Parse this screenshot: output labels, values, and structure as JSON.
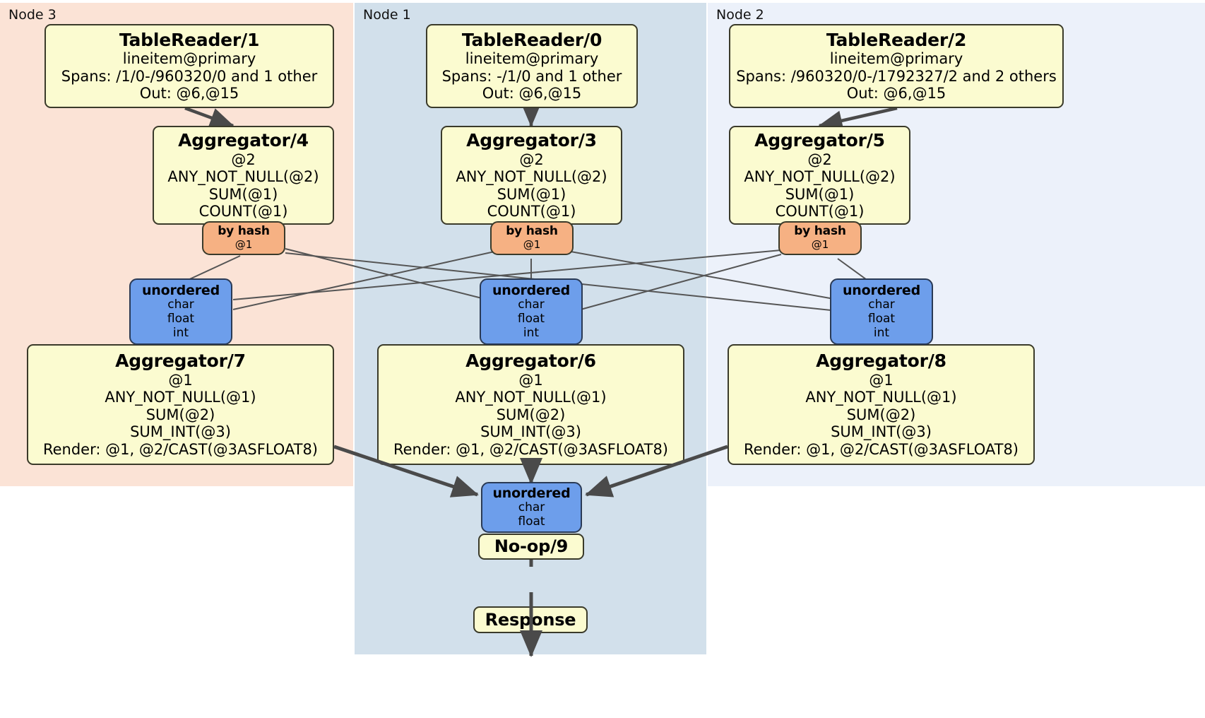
{
  "diagram": {
    "type": "distributed-query-execution-plan",
    "background": "#ffffff"
  },
  "panels": [
    {
      "id": "node3",
      "label": "Node 3",
      "color": "#fbe3d6"
    },
    {
      "id": "node1",
      "label": "Node 1",
      "color": "#d2e0eb"
    },
    {
      "id": "node2",
      "label": "Node 2",
      "color": "#ecf1fa"
    }
  ],
  "colors": {
    "processor": "#fbfbd0",
    "router": "#f6b183",
    "receiver": "#6d9eeb",
    "edge": "#4a4a4a",
    "edge_thin": "#555555",
    "border": "#3a3a2a"
  },
  "nodes": {
    "tablereader1": {
      "title": "TableReader/1",
      "lines": [
        "lineitem@primary",
        "Spans: /1/0-/960320/0 and 1 other",
        "Out: @6,@15"
      ]
    },
    "tablereader0": {
      "title": "TableReader/0",
      "lines": [
        "lineitem@primary",
        "Spans: -/1/0 and 1 other",
        "Out: @6,@15"
      ]
    },
    "tablereader2": {
      "title": "TableReader/2",
      "lines": [
        "lineitem@primary",
        "Spans: /960320/0-/1792327/2 and 2 others",
        "Out: @6,@15"
      ]
    },
    "aggregator4": {
      "title": "Aggregator/4",
      "lines": [
        "@2",
        "ANY_NOT_NULL(@2)",
        "SUM(@1)",
        "COUNT(@1)"
      ]
    },
    "aggregator3": {
      "title": "Aggregator/3",
      "lines": [
        "@2",
        "ANY_NOT_NULL(@2)",
        "SUM(@1)",
        "COUNT(@1)"
      ]
    },
    "aggregator5": {
      "title": "Aggregator/5",
      "lines": [
        "@2",
        "ANY_NOT_NULL(@2)",
        "SUM(@1)",
        "COUNT(@1)"
      ]
    },
    "byhash_left": {
      "title": "by hash",
      "lines": [
        "@1"
      ]
    },
    "byhash_mid": {
      "title": "by hash",
      "lines": [
        "@1"
      ]
    },
    "byhash_right": {
      "title": "by hash",
      "lines": [
        "@1"
      ]
    },
    "unordered_left": {
      "title": "unordered",
      "lines": [
        "char",
        "float",
        "int"
      ]
    },
    "unordered_mid": {
      "title": "unordered",
      "lines": [
        "char",
        "float",
        "int"
      ]
    },
    "unordered_right": {
      "title": "unordered",
      "lines": [
        "char",
        "float",
        "int"
      ]
    },
    "aggregator7": {
      "title": "Aggregator/7",
      "lines": [
        "@1",
        "ANY_NOT_NULL(@1)",
        "SUM(@2)",
        "SUM_INT(@3)",
        "Render: @1, @2/CAST(@3ASFLOAT8)"
      ]
    },
    "aggregator6": {
      "title": "Aggregator/6",
      "lines": [
        "@1",
        "ANY_NOT_NULL(@1)",
        "SUM(@2)",
        "SUM_INT(@3)",
        "Render: @1, @2/CAST(@3ASFLOAT8)"
      ]
    },
    "aggregator8": {
      "title": "Aggregator/8",
      "lines": [
        "@1",
        "ANY_NOT_NULL(@1)",
        "SUM(@2)",
        "SUM_INT(@3)",
        "Render: @1, @2/CAST(@3ASFLOAT8)"
      ]
    },
    "unordered_final": {
      "title": "unordered",
      "lines": [
        "char",
        "float"
      ]
    },
    "noop9": {
      "title": "No-op/9",
      "lines": []
    },
    "response": {
      "title": "Response",
      "lines": []
    }
  }
}
